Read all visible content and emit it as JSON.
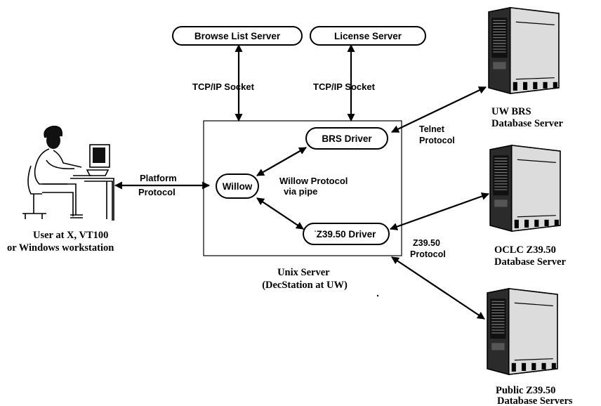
{
  "nodes": {
    "browse_list_server": "Browse List Server",
    "license_server": "License Server",
    "brs_driver": "BRS Driver",
    "willow": "Willow",
    "z3950_driver": "Z39.50 Driver"
  },
  "connection_labels": {
    "tcpip_socket_left": "TCP/IP Socket",
    "tcpip_socket_right": "TCP/IP Socket",
    "platform_protocol": [
      "Platform",
      "Protocol"
    ],
    "willow_protocol": [
      "Willow  Protocol",
      "via pipe"
    ],
    "telnet_protocol": [
      "Telnet",
      "Protocol"
    ],
    "z3950_protocol": [
      "Z39.50",
      "Protocol"
    ]
  },
  "captions": {
    "user": [
      "User at X, VT100",
      "or Windows workstation"
    ],
    "unix_server": [
      "Unix Server",
      "(DecStation at UW)"
    ],
    "uw_brs": [
      "UW BRS",
      "Database Server"
    ],
    "oclc": [
      "OCLC Z39.50",
      "Database Server"
    ],
    "public": [
      "Public Z39.50",
      "Database Servers"
    ]
  },
  "icons": [
    "user-workstation-icon",
    "server-tower-icon"
  ],
  "colors": {
    "ink": "#000000",
    "paper": "#ffffff"
  }
}
